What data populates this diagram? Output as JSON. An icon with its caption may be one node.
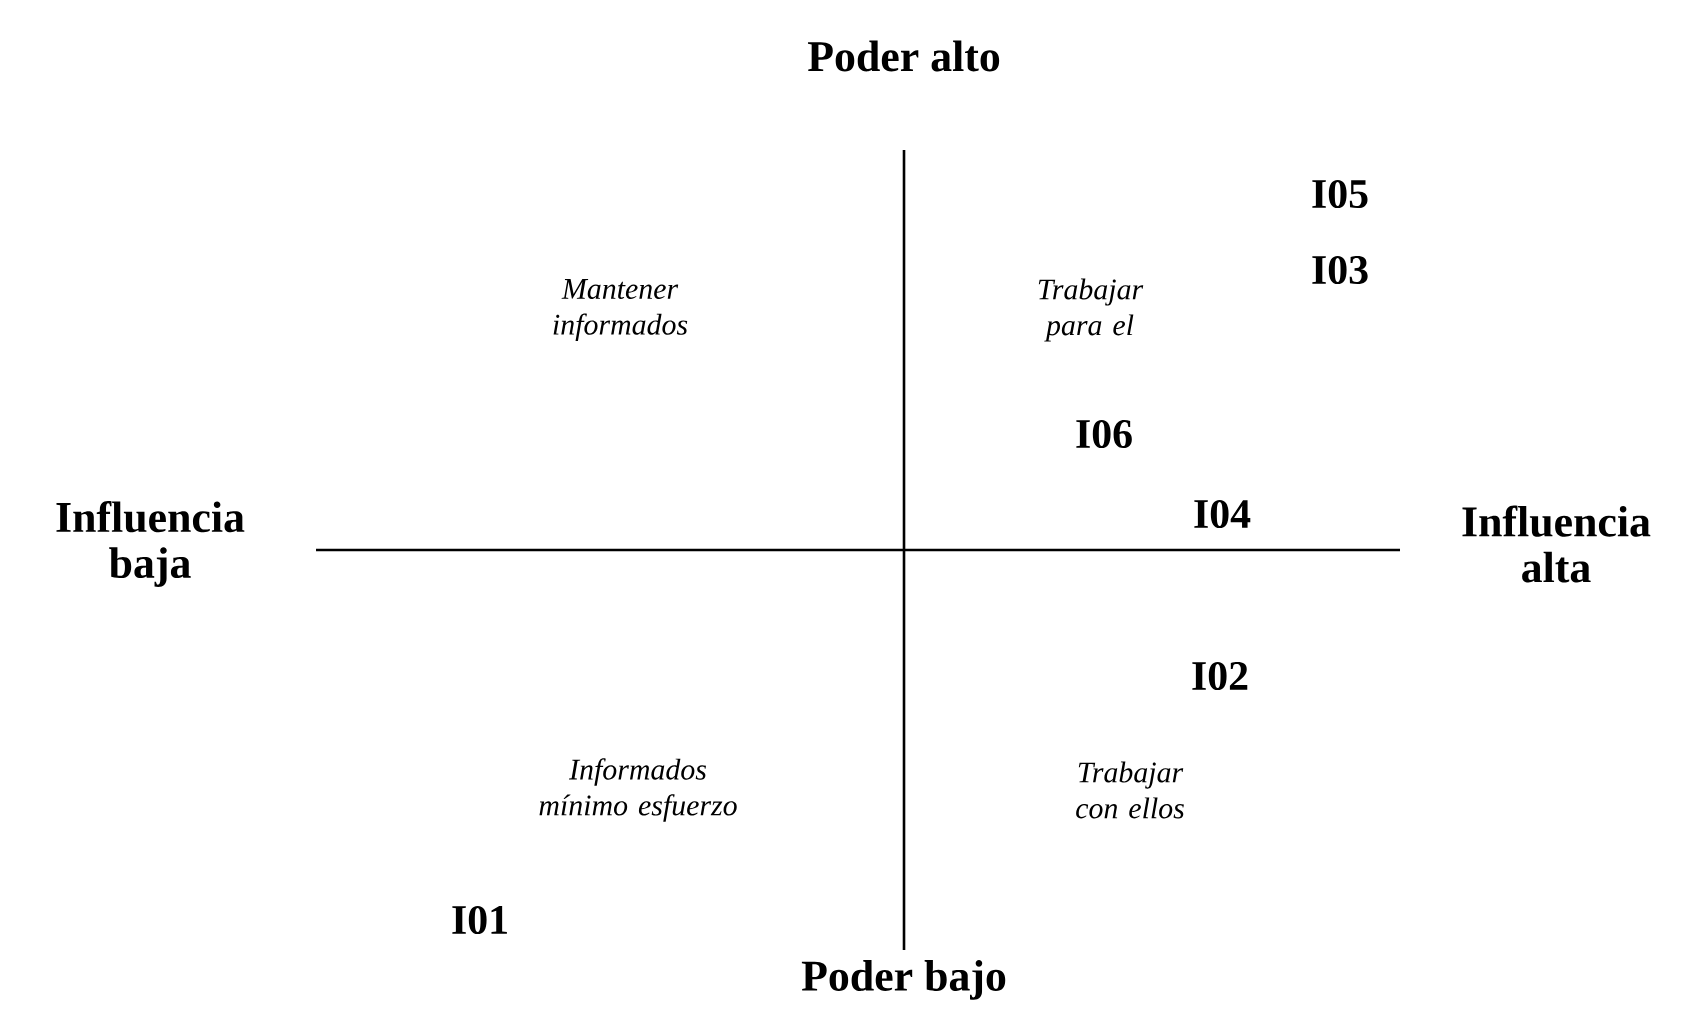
{
  "diagram": {
    "labels": [
      "Poder alto",
      "I05",
      "Mantener informados",
      "Trabajar para el",
      "I03",
      "I06",
      "Influencia baja",
      "I04",
      "Influencia alta",
      "I02",
      "Informados mínimo esfuerzo",
      "Trabajar con ellos",
      "I01",
      "Poder bajo"
    ]
  }
}
